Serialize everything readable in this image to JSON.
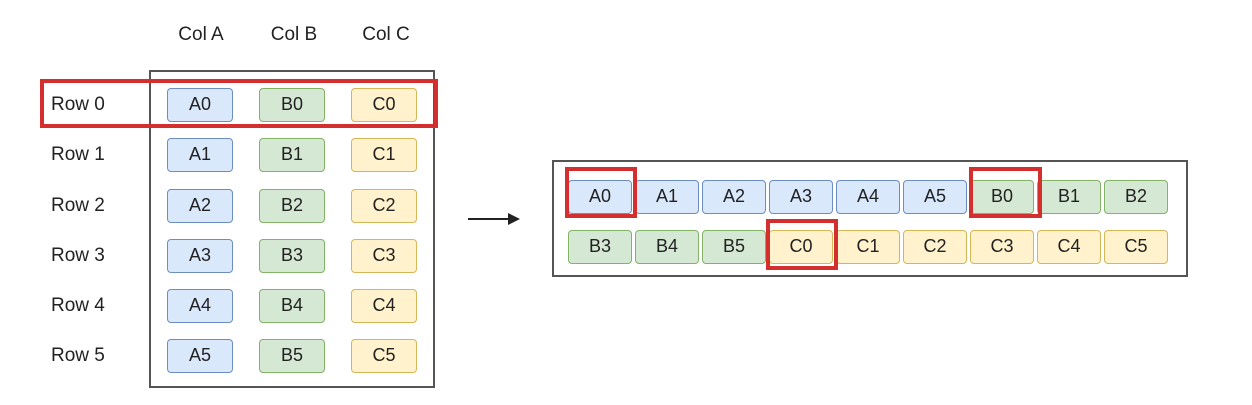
{
  "matrix": {
    "column_headers": [
      "Col A",
      "Col B",
      "Col C"
    ],
    "row_labels": [
      "Row 0",
      "Row 1",
      "Row 2",
      "Row 3",
      "Row 4",
      "Row 5"
    ],
    "columns": [
      {
        "color": "blue",
        "cells": [
          "A0",
          "A1",
          "A2",
          "A3",
          "A4",
          "A5"
        ]
      },
      {
        "color": "green",
        "cells": [
          "B0",
          "B1",
          "B2",
          "B3",
          "B4",
          "B5"
        ]
      },
      {
        "color": "yellow",
        "cells": [
          "C0",
          "C1",
          "C2",
          "C3",
          "C4",
          "C5"
        ]
      }
    ],
    "highlighted_row": "Row 0"
  },
  "arrow": "right-arrow",
  "flattened": {
    "rows": [
      [
        {
          "label": "A0",
          "color": "blue"
        },
        {
          "label": "A1",
          "color": "blue"
        },
        {
          "label": "A2",
          "color": "blue"
        },
        {
          "label": "A3",
          "color": "blue"
        },
        {
          "label": "A4",
          "color": "blue"
        },
        {
          "label": "A5",
          "color": "blue"
        },
        {
          "label": "B0",
          "color": "green"
        },
        {
          "label": "B1",
          "color": "green"
        },
        {
          "label": "B2",
          "color": "green"
        }
      ],
      [
        {
          "label": "B3",
          "color": "green"
        },
        {
          "label": "B4",
          "color": "green"
        },
        {
          "label": "B5",
          "color": "green"
        },
        {
          "label": "C0",
          "color": "yellow"
        },
        {
          "label": "C1",
          "color": "yellow"
        },
        {
          "label": "C2",
          "color": "yellow"
        },
        {
          "label": "C3",
          "color": "yellow"
        },
        {
          "label": "C4",
          "color": "yellow"
        },
        {
          "label": "C5",
          "color": "yellow"
        }
      ]
    ],
    "highlighted_cells": [
      "A0",
      "B0",
      "C0"
    ]
  },
  "colors": {
    "blue_fill": "#dae8fc",
    "green_fill": "#d5e8d4",
    "yellow_fill": "#fff2cc",
    "highlight": "#d32f2f"
  }
}
